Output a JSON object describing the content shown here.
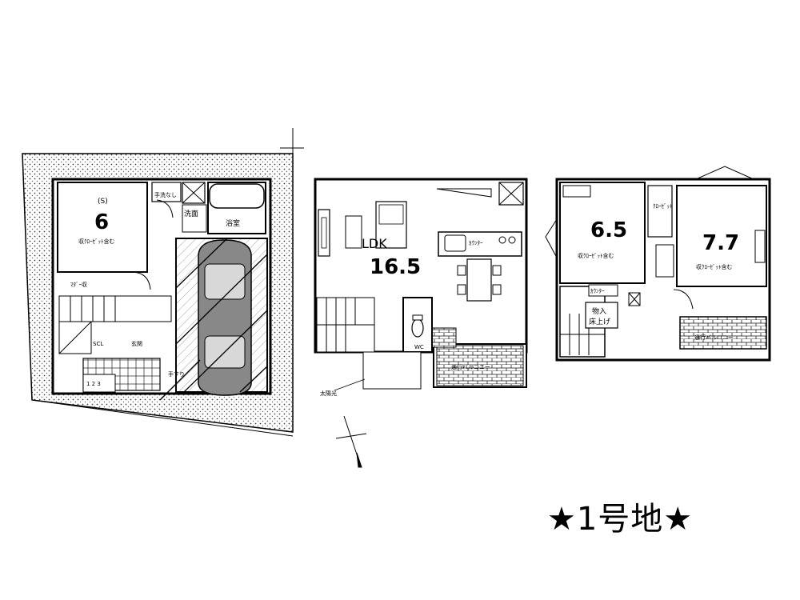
{
  "caption": "★1号地★",
  "floor1": {
    "room_title": "(S)",
    "room_size": "6",
    "room_note": "収ｸﾛｰｾﾞｯﾄ含む",
    "wash": "洗面",
    "bath": "浴室",
    "sink": "手洗なし",
    "stairs_label": "ﾏﾀﾞｰ収",
    "entrance": "玄関",
    "shoes": "SCL",
    "rail": "手すり",
    "steps": "1 2 3"
  },
  "floor2": {
    "ldk": "LDK",
    "ldk_size": "16.5",
    "counter": "ｶｳﾝﾀｰ",
    "balcony": "通行バルコニー",
    "wc": "WC",
    "ext": "太陽光"
  },
  "floor3": {
    "room1_size": "6.5",
    "room2_size": "7.7",
    "room_note": "収ｸﾛｰｾﾞｯﾄ含む",
    "storage": "物入",
    "loft": "床上げ",
    "balcony": "通行バルコニー",
    "counter": "ｶｳﾝﾀｰ",
    "closet": "ｸﾛｰｾﾞｯﾄ"
  }
}
